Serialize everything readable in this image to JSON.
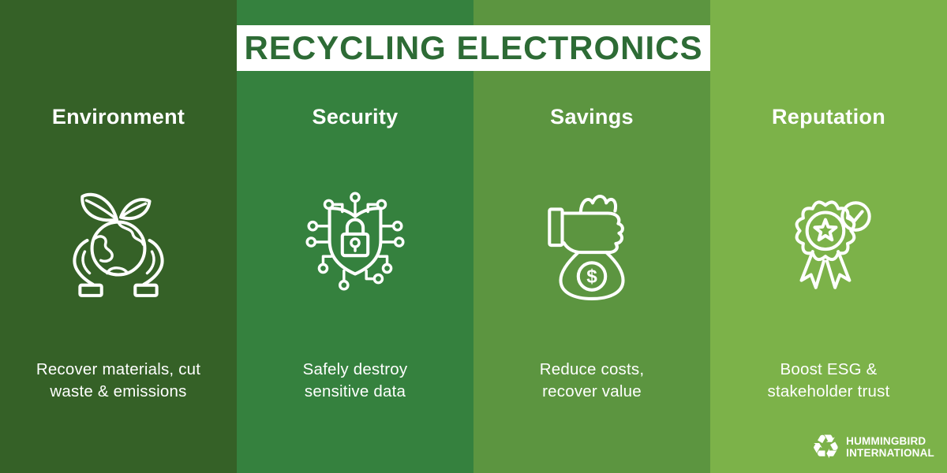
{
  "title": "RECYCLING ELECTRONICS",
  "columns": [
    {
      "header": "Environment",
      "icon": "hands-holding-earth-icon",
      "bg": "#356127",
      "desc_line1": "Recover materials, cut",
      "desc_line2": "waste & emissions"
    },
    {
      "header": "Security",
      "icon": "shield-lock-circuit-icon",
      "bg": "#35813e",
      "desc_line1": "Safely destroy",
      "desc_line2": "sensitive data"
    },
    {
      "header": "Savings",
      "icon": "money-bag-icon",
      "bg": "#5c9540",
      "desc_line1": "Reduce costs,",
      "desc_line2": "recover value"
    },
    {
      "header": "Reputation",
      "icon": "award-badge-check-icon",
      "bg": "#7cb249",
      "desc_line1": "Boost ESG &",
      "desc_line2": "stakeholder trust"
    }
  ],
  "brand": {
    "name_line1": "HUMMINGBIRD",
    "name_line2": "INTERNATIONAL",
    "recycle_glyph": "♻"
  },
  "colors": {
    "title_text": "#2d6b35",
    "title_bg": "#ffffff",
    "body_text": "#ffffff",
    "column_backgrounds": [
      "#356127",
      "#35813e",
      "#5c9540",
      "#7cb249"
    ]
  }
}
